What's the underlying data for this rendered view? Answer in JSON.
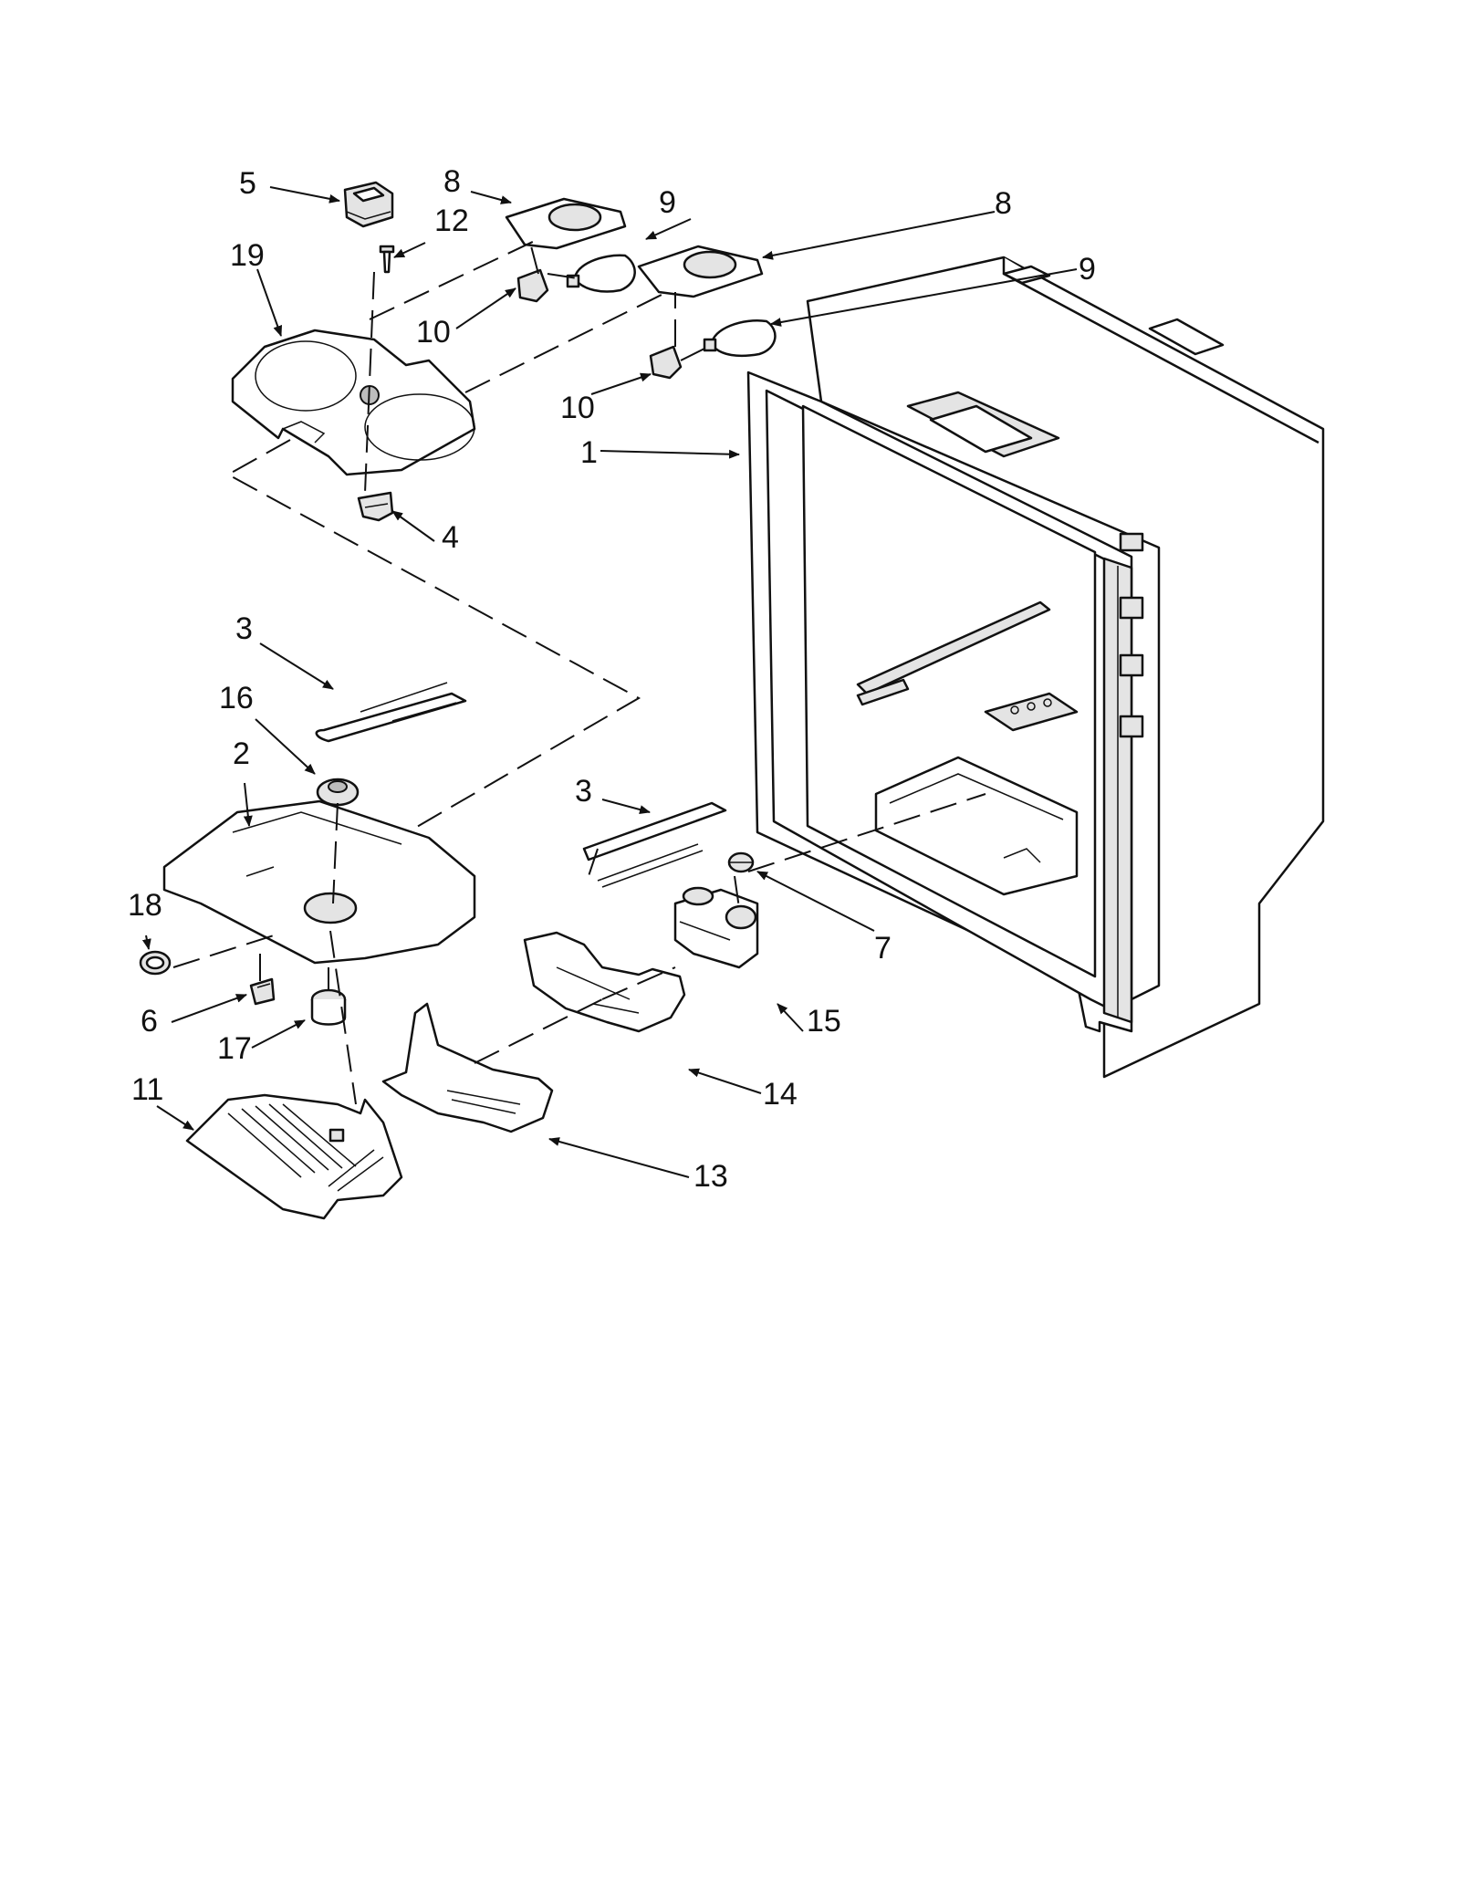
{
  "callouts": [
    "1",
    "2",
    "3",
    "3",
    "4",
    "5",
    "6",
    "7",
    "8",
    "8",
    "9",
    "9",
    "10",
    "10",
    "11",
    "12",
    "13",
    "14",
    "15",
    "16",
    "17",
    "18",
    "19"
  ],
  "colors": {
    "line": "#111111",
    "background": "#ffffff",
    "shade": "#e4e4e4"
  }
}
